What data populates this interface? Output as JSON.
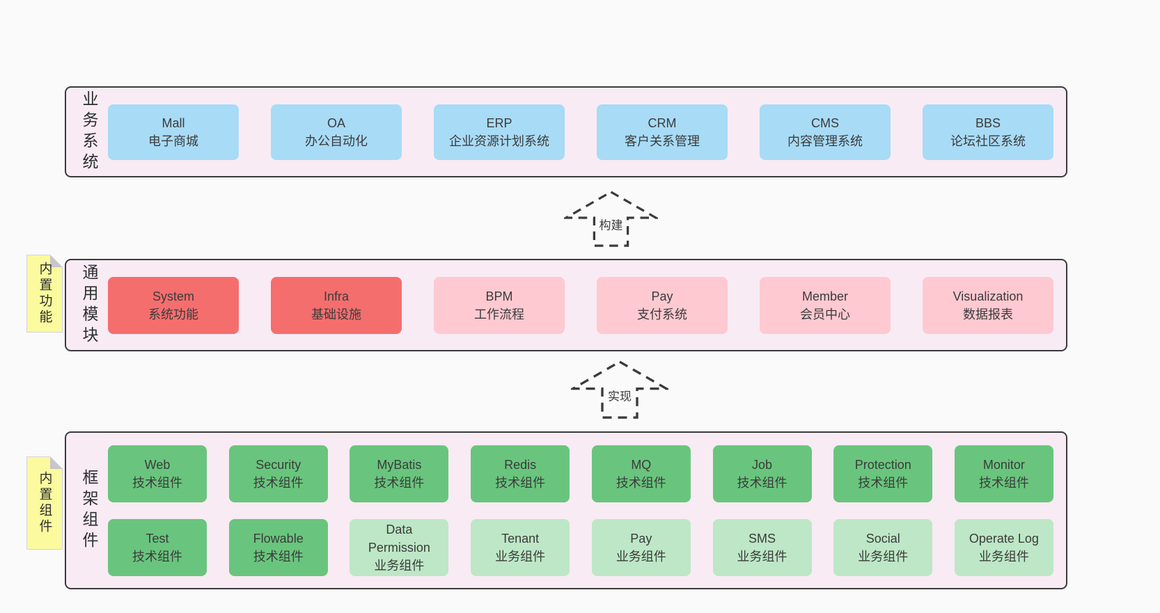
{
  "colors": {
    "page_bg": "#fafafa",
    "panel_bg": "#f8ebf4",
    "panel_border": "#3b3b3b",
    "box_blue": "#a8dbf6",
    "box_red": "#f56e6e",
    "box_pink": "#fec9d1",
    "box_green": "#69c57d",
    "box_light_green": "#bde7c6",
    "note_yellow": "#fbfa9e",
    "text": "#3b3b3b"
  },
  "arrows": [
    {
      "label": "构建"
    },
    {
      "label": "实现"
    }
  ],
  "sections": [
    {
      "label": "业务系统",
      "boxes": [
        {
          "title": "Mall",
          "subtitle": "电子商城"
        },
        {
          "title": "OA",
          "subtitle": "办公自动化"
        },
        {
          "title": "ERP",
          "subtitle": "企业资源计划系统"
        },
        {
          "title": "CRM",
          "subtitle": "客户关系管理"
        },
        {
          "title": "CMS",
          "subtitle": "内容管理系统"
        },
        {
          "title": "BBS",
          "subtitle": "论坛社区系统"
        }
      ]
    },
    {
      "label": "通用模块",
      "note": "内置功能",
      "boxes": [
        {
          "title": "System",
          "subtitle": "系统功能"
        },
        {
          "title": "Infra",
          "subtitle": "基础设施"
        },
        {
          "title": "BPM",
          "subtitle": "工作流程"
        },
        {
          "title": "Pay",
          "subtitle": "支付系统"
        },
        {
          "title": "Member",
          "subtitle": "会员中心"
        },
        {
          "title": "Visualization",
          "subtitle": "数据报表"
        }
      ]
    },
    {
      "label": "框架组件",
      "note": "内置组件",
      "rows": [
        [
          {
            "title": "Web",
            "subtitle": "技术组件"
          },
          {
            "title": "Security",
            "subtitle": "技术组件"
          },
          {
            "title": "MyBatis",
            "subtitle": "技术组件"
          },
          {
            "title": "Redis",
            "subtitle": "技术组件"
          },
          {
            "title": "MQ",
            "subtitle": "技术组件"
          },
          {
            "title": "Job",
            "subtitle": "技术组件"
          },
          {
            "title": "Protection",
            "subtitle": "技术组件"
          },
          {
            "title": "Monitor",
            "subtitle": "技术组件"
          }
        ],
        [
          {
            "title": "Test",
            "subtitle": "技术组件"
          },
          {
            "title": "Flowable",
            "subtitle": "技术组件"
          },
          {
            "title": "Data Permission",
            "subtitle": "业务组件"
          },
          {
            "title": "Tenant",
            "subtitle": "业务组件"
          },
          {
            "title": "Pay",
            "subtitle": "业务组件"
          },
          {
            "title": "SMS",
            "subtitle": "业务组件"
          },
          {
            "title": "Social",
            "subtitle": "业务组件"
          },
          {
            "title": "Operate Log",
            "subtitle": "业务组件"
          }
        ]
      ]
    }
  ]
}
